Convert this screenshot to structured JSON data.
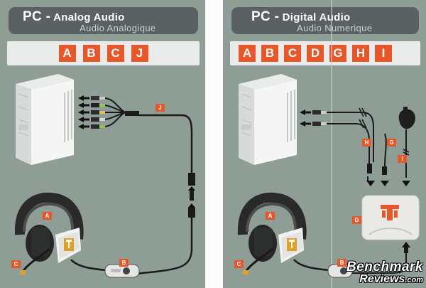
{
  "left": {
    "title": "PC -",
    "title_rest": " Analog Audio",
    "subtitle": "Audio Analogique",
    "letters": [
      "A",
      "B",
      "C",
      "J"
    ],
    "tags": {
      "cable": "J",
      "headset": "A",
      "mic": "C",
      "control": "B"
    }
  },
  "right": {
    "title": "PC -",
    "title_rest": " Digital Audio",
    "subtitle": "Audio Numerique",
    "letters": [
      "A",
      "B",
      "C",
      "D",
      "G",
      "H",
      "I"
    ],
    "tags": {
      "usb": "H",
      "optical": "G",
      "power": "I",
      "box": "D",
      "headset": "A",
      "mic": "C",
      "control": "B"
    }
  },
  "watermark": {
    "line1": "Benchmark",
    "line2": "Reviews",
    "line2_suffix": ".com"
  },
  "colors": {
    "card": "#8e9d95",
    "accent": "#e8572a",
    "title_bar": "#5b6162"
  }
}
